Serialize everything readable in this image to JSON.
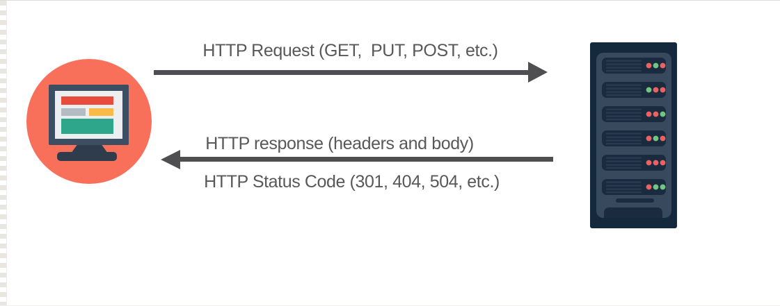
{
  "diagram": {
    "request_arrow": {
      "label": "HTTP Request (GET,  PUT, POST, etc.)",
      "direction": "client-to-server"
    },
    "response_arrow": {
      "label": "HTTP response (headers and body)",
      "status_label": "HTTP Status Code (301, 404, 504, etc.)",
      "direction": "server-to-client"
    },
    "client": {
      "icon": "client-computer-icon"
    },
    "server": {
      "icon": "server-rack-icon",
      "led_rows": [
        [
          "red",
          "green",
          "red"
        ],
        [
          "green",
          "red",
          "red"
        ],
        [
          "red",
          "red",
          "green"
        ],
        [
          "red",
          "green",
          "red"
        ],
        [
          "red",
          "red",
          "red"
        ],
        [
          "red",
          "green",
          "green"
        ]
      ]
    }
  },
  "colors": {
    "text": "#58585a",
    "arrow": "#4f4f51",
    "client_circle": "#f8705a",
    "monitor_frame": "#3c4e61",
    "monitor_stand": "#2e3c4b",
    "monitor_screen": "#edeef0",
    "screen_bar_red": "#e84b3c",
    "screen_bar_gray": "#b3bbc3",
    "screen_bar_yellow": "#f9ba48",
    "screen_bar_green": "#2ea68c",
    "server_outer": "#15293d",
    "server_panel": "#36495d",
    "server_slot": "#1a2b3f",
    "server_line": "#2a3b50",
    "led_red": "#f15f5f",
    "led_green": "#73c67e"
  }
}
